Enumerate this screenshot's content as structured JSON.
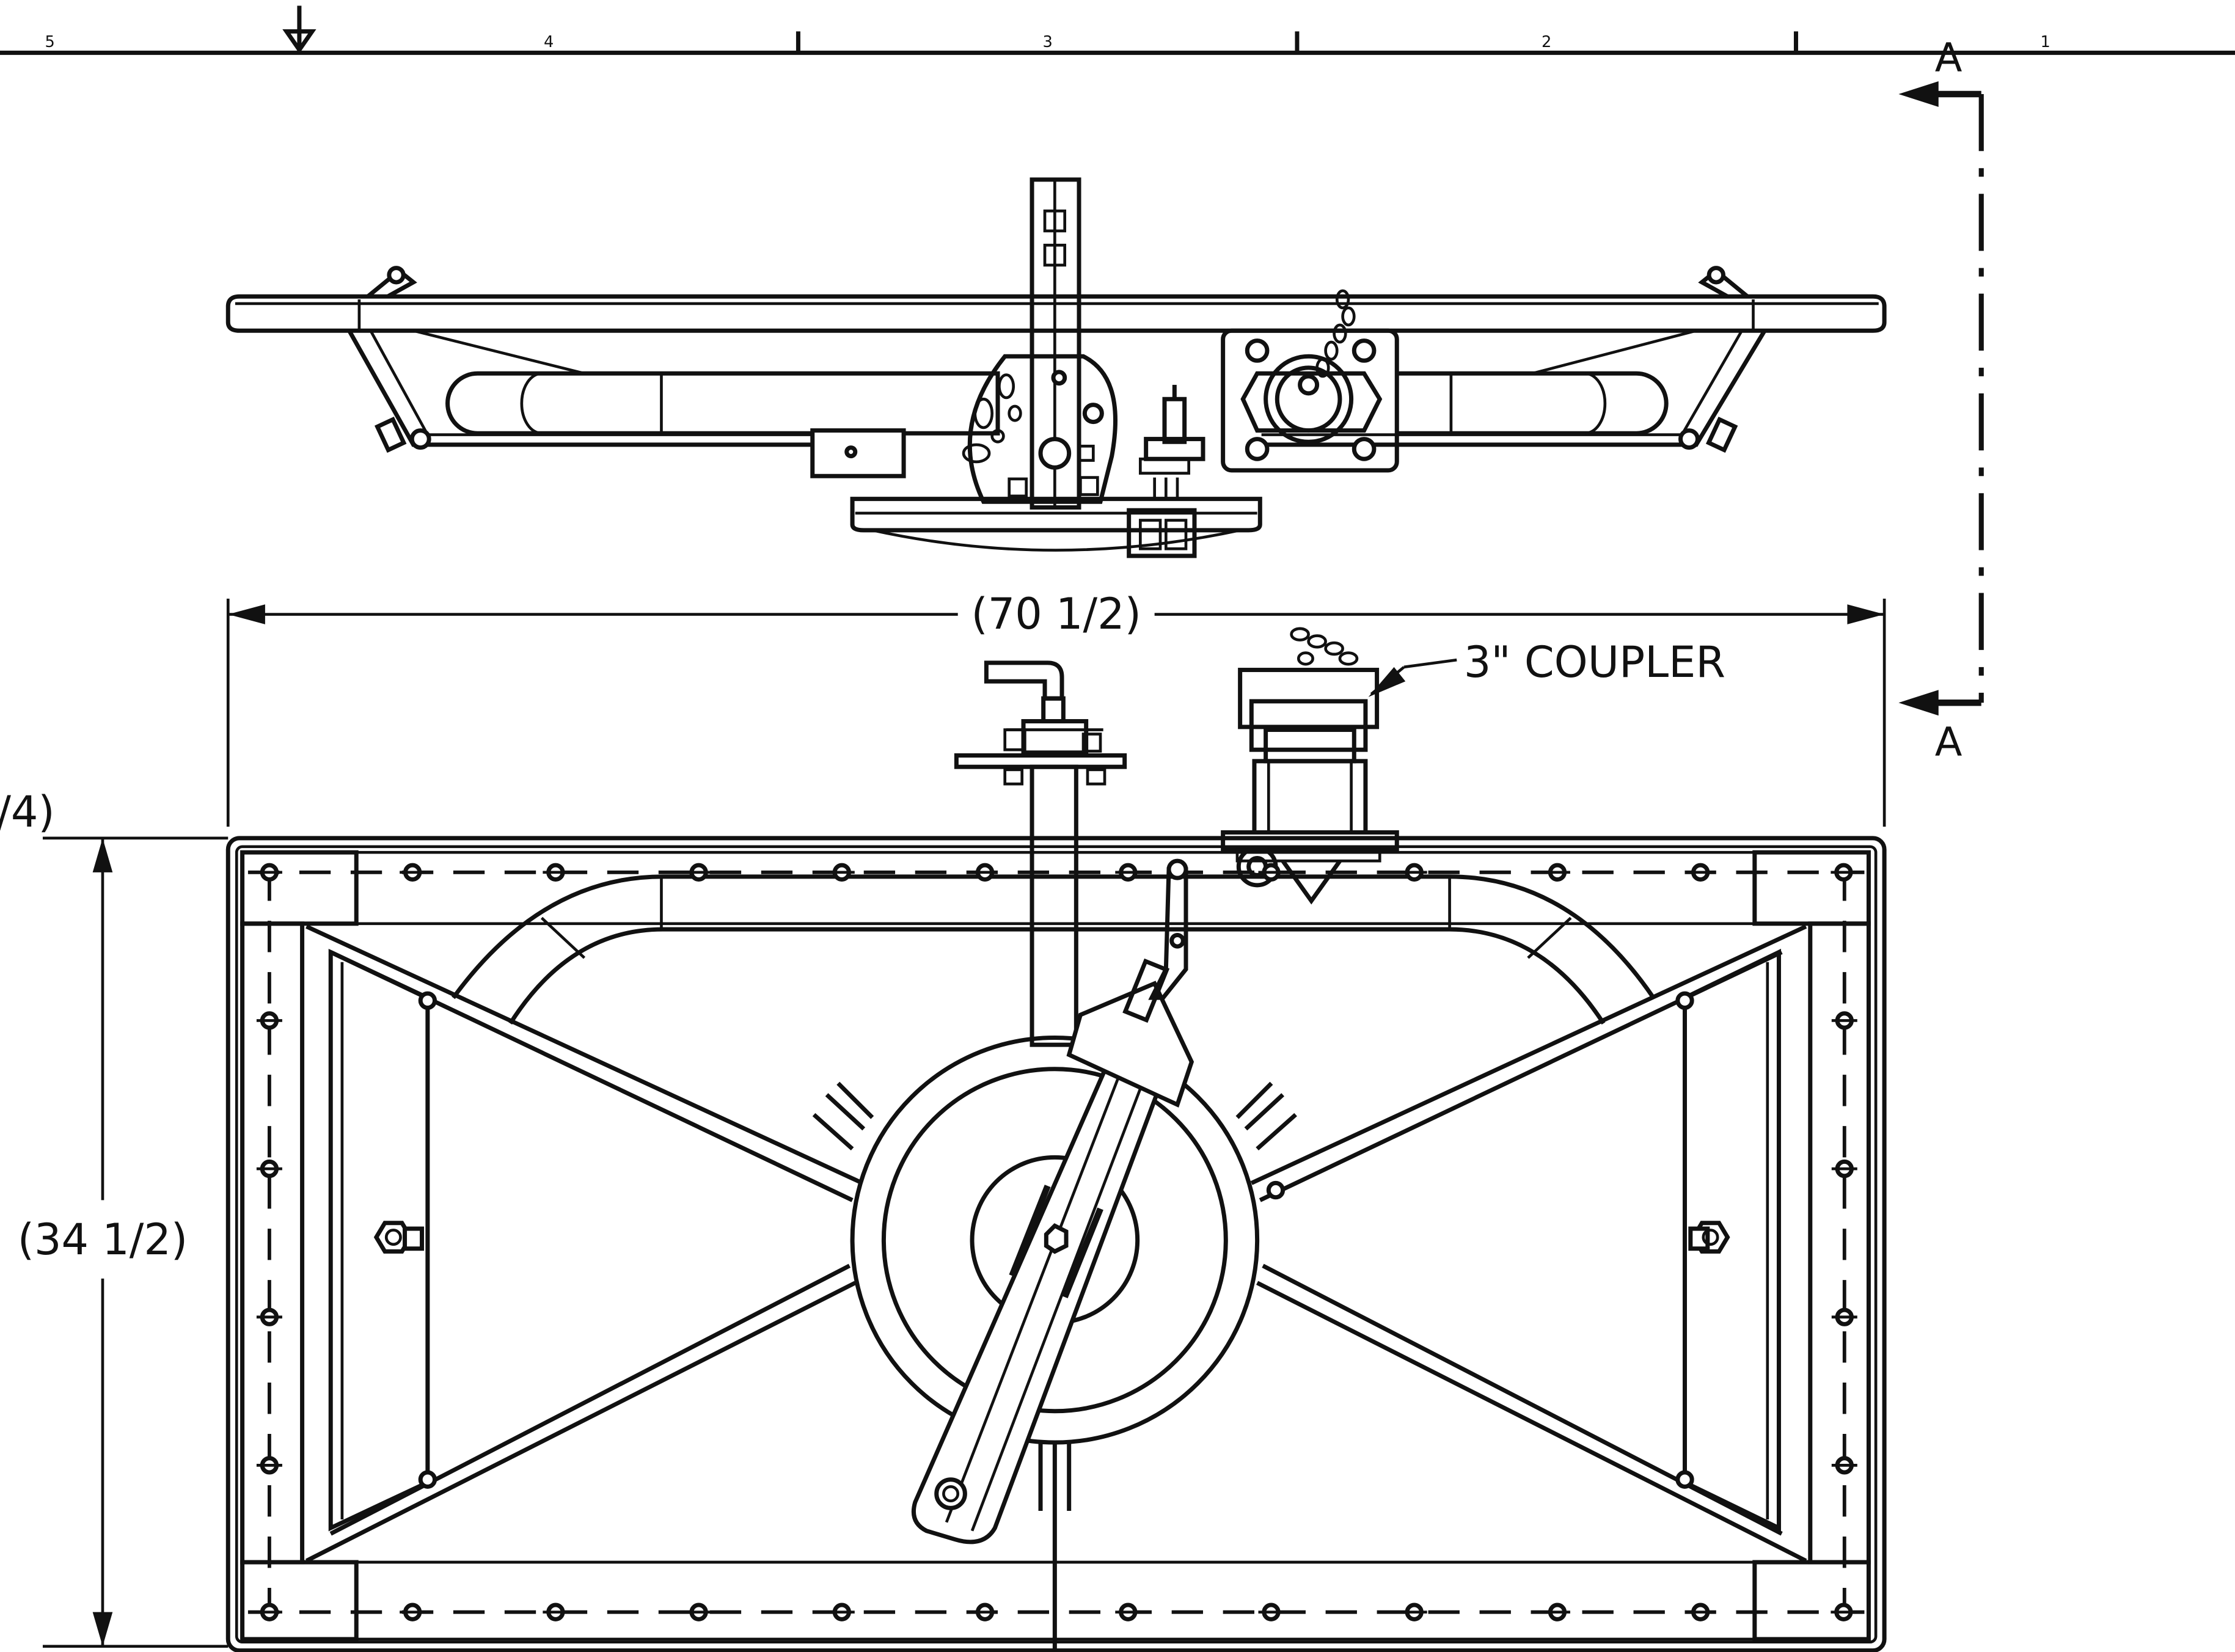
{
  "zone_numbers": [
    "5",
    "4",
    "3",
    "2",
    "1"
  ],
  "section_marker": {
    "top": "A",
    "bottom": "A"
  },
  "dimensions": {
    "overall_width": "(70 1/2)",
    "overall_depth": "(34 1/2)",
    "cropped_left": "/4)"
  },
  "callouts": {
    "coupler": "3\" COUPLER"
  },
  "colors": {
    "line": "#111111",
    "background": "#ffffff"
  }
}
